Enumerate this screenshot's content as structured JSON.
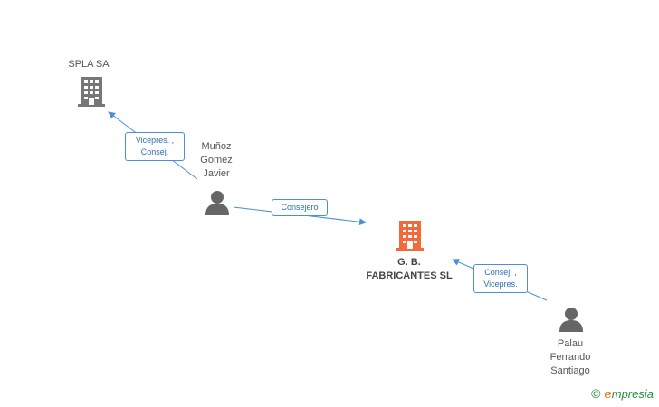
{
  "nodes": {
    "spla": {
      "label": "SPLA SA"
    },
    "gb": {
      "label": "G. B.\nFABRICANTES SL"
    },
    "munoz": {
      "label": "Muñoz\nGomez\nJavier"
    },
    "palau": {
      "label": "Palau\nFerrando\nSantiago"
    }
  },
  "edges": {
    "munoz_spla": {
      "label": "Vicepres. ,\nConsej."
    },
    "munoz_gb": {
      "label": "Consejero"
    },
    "palau_gb": {
      "label": "Consej. ,\nVicepres."
    }
  },
  "colors": {
    "company": "#777777",
    "company_main": "#f26a3a",
    "person": "#666666",
    "edge": "#4a90d9"
  },
  "brand": {
    "copyright": "©",
    "name_initial": "e",
    "name_rest": "mpresia"
  }
}
